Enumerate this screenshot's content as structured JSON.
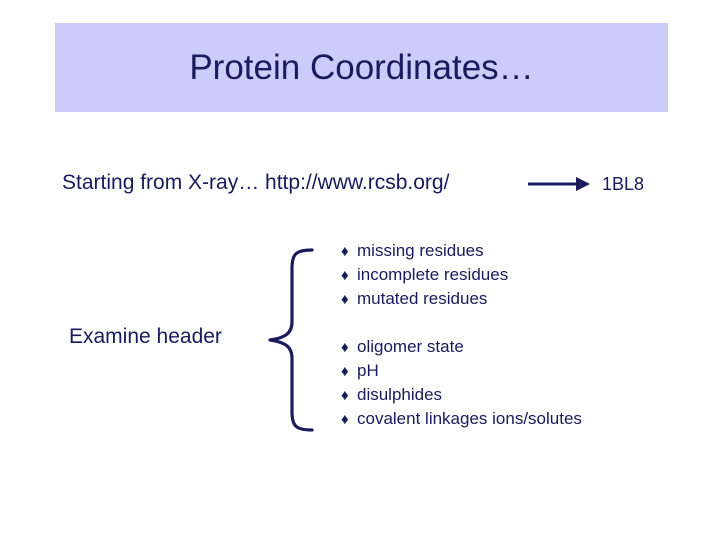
{
  "slide": {
    "background_color": "#ffffff",
    "text_color": "#1a1a5e",
    "title": {
      "text": "Protein Coordinates…",
      "band_color": "#ccccfa"
    },
    "subtitle": {
      "text": "Starting from X-ray…  http://www.rcsb.org/",
      "arrow_icon": "right-arrow-icon",
      "target_code": "1BL8"
    },
    "left_label": {
      "text": "Examine header"
    },
    "brace_icon": "curly-brace-icon",
    "bullet_marker": "♦",
    "bullet_groups": [
      {
        "name": "residue-issues",
        "items": [
          "missing residues",
          "incomplete residues",
          "mutated residues"
        ]
      },
      {
        "name": "header-properties",
        "items": [
          "oligomer state",
          "pH",
          "disulphides",
          "covalent linkages ions/solutes"
        ]
      }
    ]
  }
}
